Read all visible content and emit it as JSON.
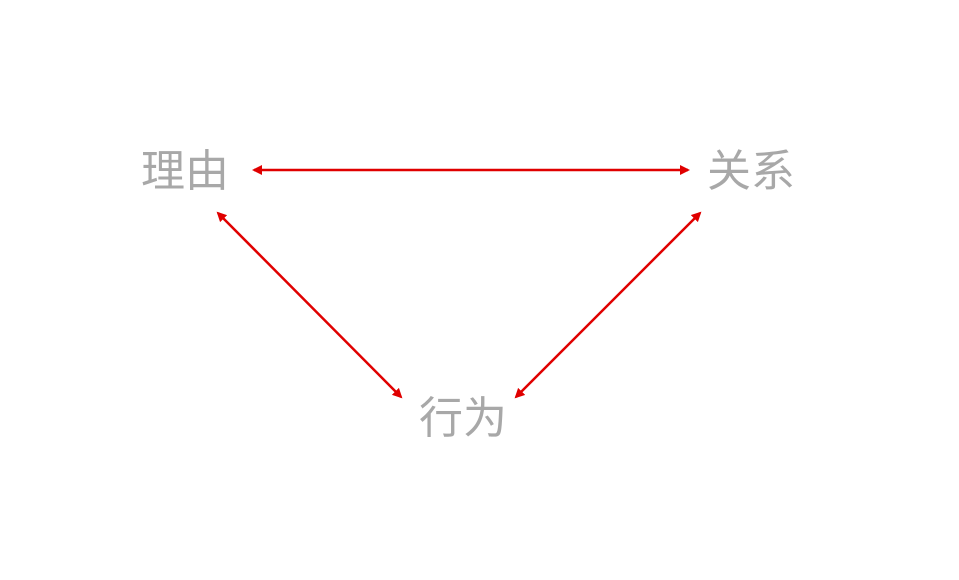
{
  "nodes": {
    "reason": "理由",
    "relation": "关系",
    "behavior": "行为"
  },
  "colors": {
    "label": "#a8a8a8",
    "arrow": "#e00000",
    "background": "#ffffff"
  },
  "edges": [
    {
      "from": "reason",
      "to": "relation",
      "direction": "bidirectional"
    },
    {
      "from": "reason",
      "to": "behavior",
      "direction": "bidirectional"
    },
    {
      "from": "relation",
      "to": "behavior",
      "direction": "bidirectional"
    }
  ]
}
